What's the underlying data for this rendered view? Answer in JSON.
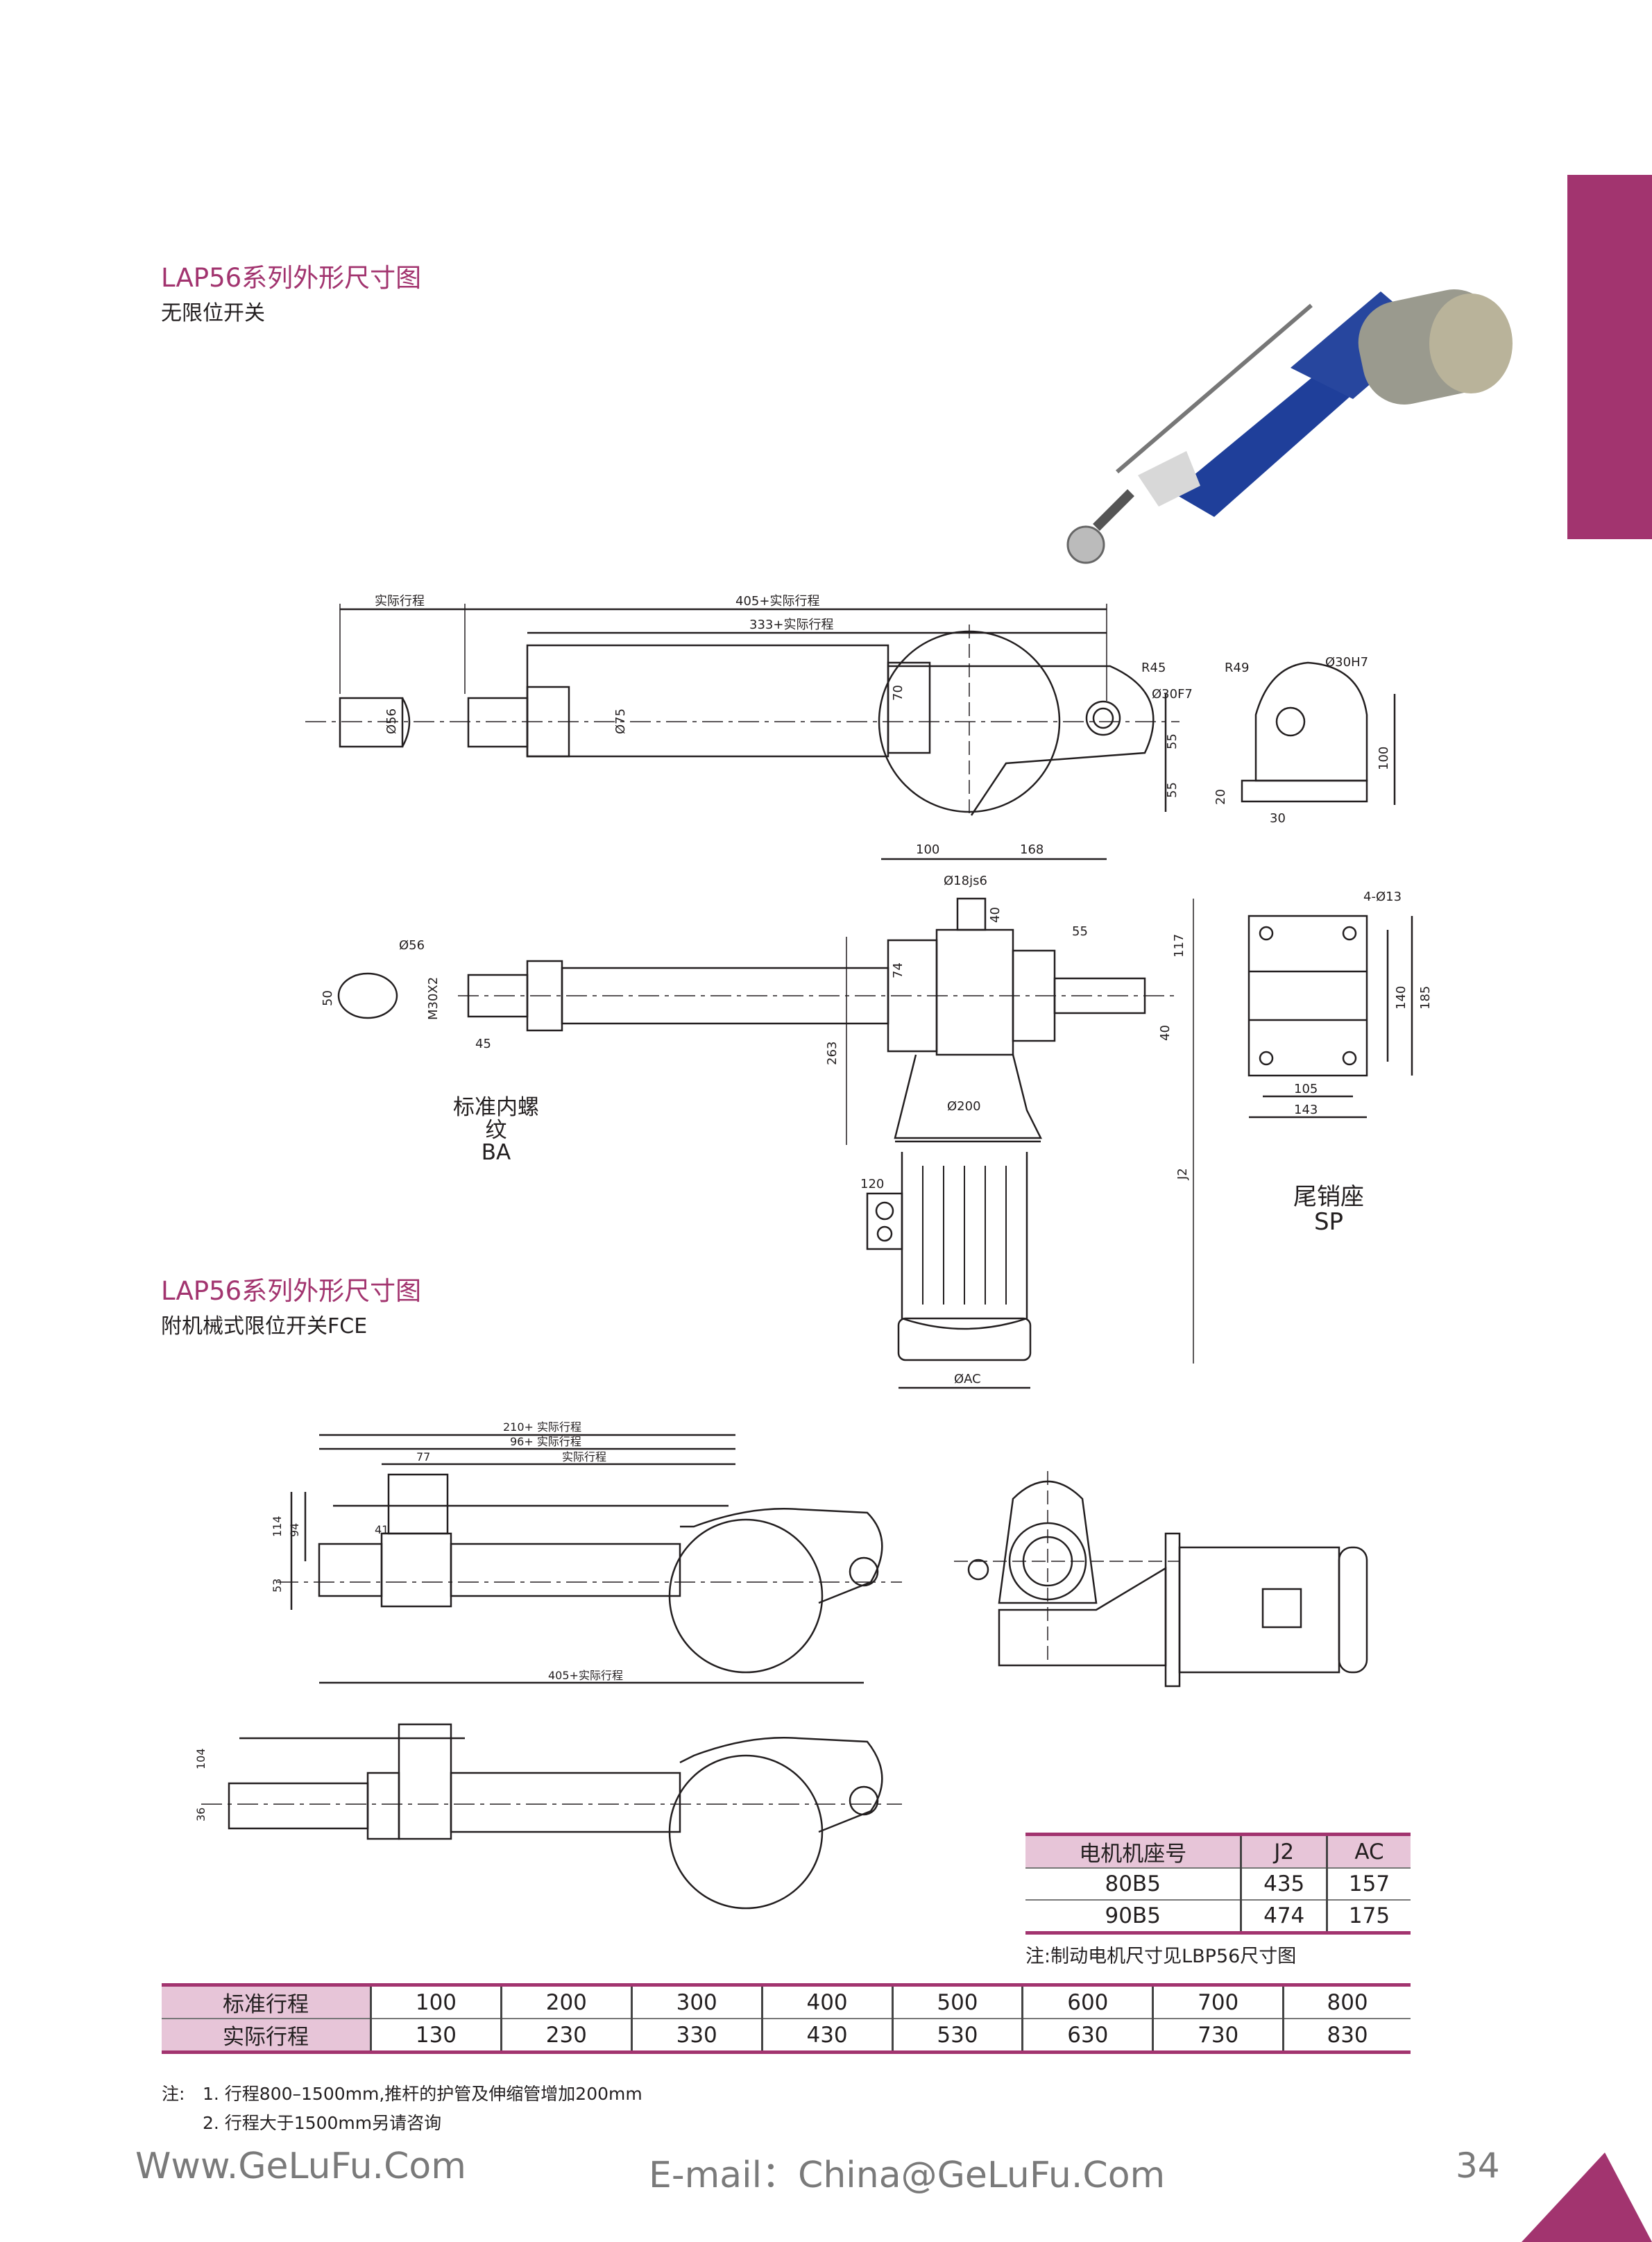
{
  "section1": {
    "title": "LAP56系列外形尺寸图",
    "subtitle": "无限位开关"
  },
  "section2": {
    "title": "LAP56系列外形尺寸图",
    "subtitle": "附机械式限位开关FCE"
  },
  "drawing_top": {
    "dims": {
      "actual_stroke": "实际行程",
      "d405": "405+实际行程",
      "d333": "333+实际行程",
      "phi56": "Ø56",
      "phi75": "Ø75",
      "d70": "70",
      "r45": "R45",
      "phi30f7": "Ø30F7",
      "d55a": "55",
      "d55b": "55",
      "d100": "100",
      "d168": "168"
    },
    "bracket": {
      "r49": "R49",
      "phi30h7": "Ø30H7",
      "d100": "100",
      "d20": "20",
      "d30": "30"
    }
  },
  "drawing_mid": {
    "dims": {
      "phi18js6": "Ø18js6",
      "d40a": "40",
      "d55": "55",
      "d117": "117",
      "d74": "74",
      "d40b": "40",
      "phi56": "Ø56",
      "d50": "50",
      "m30x2": "M30X2",
      "d45": "45",
      "d263": "263",
      "phi200": "Ø200",
      "d120": "120",
      "j2": "J2",
      "phiac": "ØAC"
    },
    "thread_label": "标准内螺纹",
    "thread_code": "BA",
    "plate": {
      "holes": "4-Ø13",
      "d140": "140",
      "d185": "185",
      "d105": "105",
      "d143": "143"
    },
    "pin_label": "尾销座",
    "pin_code": "SP"
  },
  "drawing_fce": {
    "dims": {
      "d210": "210+ 实际行程",
      "d96": "96+ 实际行程",
      "actual": "实际行程",
      "d77": "77",
      "d41": "41",
      "d114": "114",
      "d94": "94",
      "d53": "53",
      "d405": "405+实际行程",
      "d104": "104",
      "d36": "36"
    }
  },
  "motor_table": {
    "headers": [
      "电机机座号",
      "J2",
      "AC"
    ],
    "rows": [
      [
        "80B5",
        "435",
        "157"
      ],
      [
        "90B5",
        "474",
        "175"
      ]
    ],
    "note": "注:制动电机尺寸见LBP56尺寸图"
  },
  "stroke_table": {
    "row_labels": [
      "标准行程",
      "实际行程"
    ],
    "standard": [
      "100",
      "200",
      "300",
      "400",
      "500",
      "600",
      "700",
      "800"
    ],
    "actual": [
      "130",
      "230",
      "330",
      "430",
      "530",
      "630",
      "730",
      "830"
    ]
  },
  "notes": {
    "prefix": "注:",
    "line1": "1. 行程800–1500mm,推杆的护管及伸缩管增加200mm",
    "line2": "2. 行程大于1500mm另请咨询"
  },
  "footer": {
    "website": "Www.GeLuFu.Com",
    "email": "E-mail：China@GeLuFu.Com",
    "page": "34"
  },
  "colors": {
    "accent": "#a2346f",
    "table_header": "#e7c5d8",
    "footer_text": "#7a7a7a",
    "actuator_blue": "#1f3f9a"
  }
}
